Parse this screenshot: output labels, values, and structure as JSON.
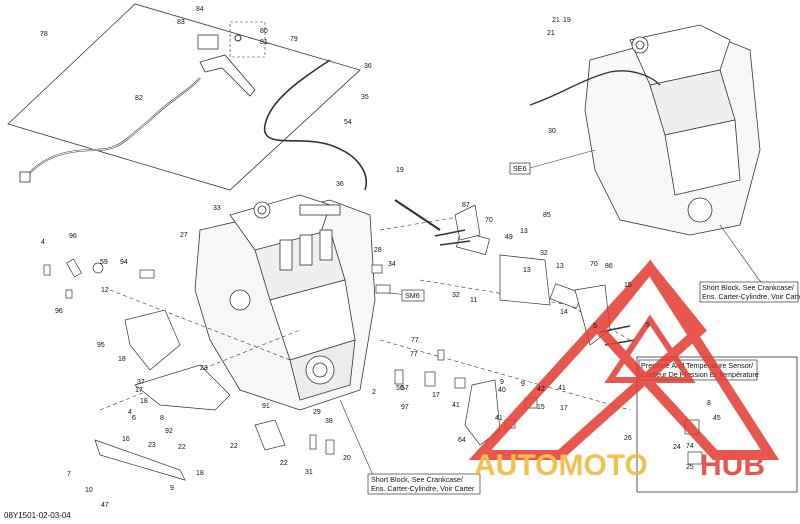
{
  "diagram": {
    "reference_code": "08Y1501-02-03-04",
    "callouts": {
      "se6": "SE6",
      "sm6": "SM6",
      "short_block_top_line1": "Short Block, See Crankcase/",
      "short_block_top_line2": "Ens. Carter-Cylindre, Voir Carter",
      "short_block_bottom_line1": "Short Block, See Crankcase/",
      "short_block_bottom_line2": "Ens. Carter-Cylindre, Voir Carter",
      "sensor_line1": "Pressure And Temperature Sensor/",
      "sensor_line2": "Capteur De Pression Et Température"
    },
    "part_numbers": [
      "78",
      "84",
      "83",
      "80",
      "81",
      "79",
      "82",
      "36",
      "35",
      "54",
      "21",
      "30",
      "19",
      "36",
      "33",
      "27",
      "87",
      "70",
      "85",
      "13",
      "32",
      "4",
      "96",
      "59",
      "94",
      "96",
      "12",
      "95",
      "18",
      "23",
      "92",
      "16",
      "7",
      "10",
      "47",
      "18",
      "15",
      "5",
      "5",
      "34",
      "28",
      "32",
      "49",
      "13",
      "11",
      "70",
      "86",
      "13",
      "14",
      "77",
      "77",
      "9",
      "57",
      "2",
      "29",
      "38",
      "56",
      "97",
      "17",
      "41",
      "9",
      "42",
      "41",
      "17",
      "64",
      "91",
      "22",
      "22",
      "31",
      "20",
      "26",
      "8",
      "74",
      "24",
      "25",
      "45",
      "18",
      "37",
      "17",
      "4",
      "6",
      "8",
      "9",
      "23",
      "22",
      "21",
      "19",
      "41",
      "40",
      "15"
    ]
  },
  "watermark": {
    "brand_left": "AUTOMOTO",
    "brand_right": "HUB",
    "color_red": "#e53a2f",
    "color_yellow": "#f2b632"
  }
}
